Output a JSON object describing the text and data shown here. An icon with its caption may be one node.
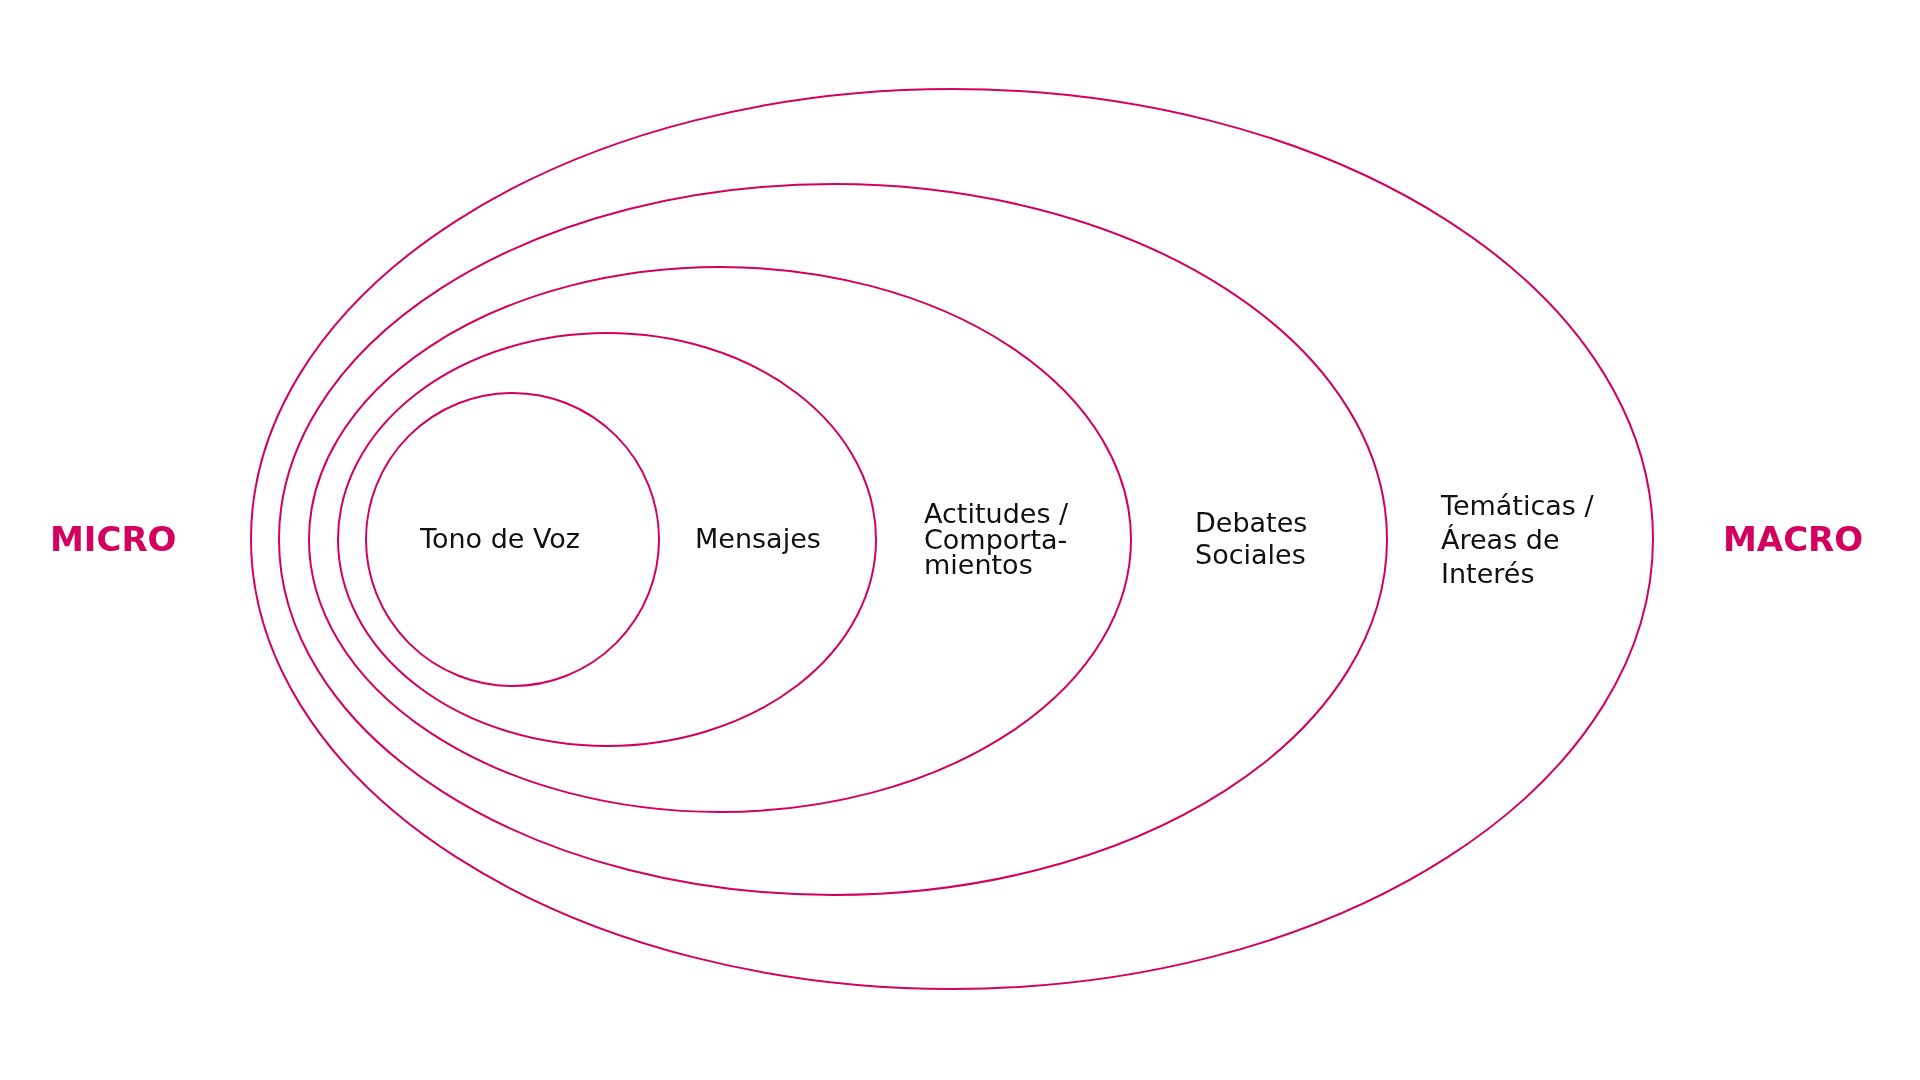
{
  "diagram": {
    "nodes": [
      {
        "text": [
          "Temáticas / Áreas de Interés"
        ]
      },
      {
        "text": [
          "Debates Sociales"
        ],
        "in": 0
      },
      {
        "text": [
          "Actitudes / Comporta- mientos"
        ],
        "in": 1
      },
      {
        "text": [
          "Mensajes"
        ],
        "in": 2
      },
      {
        "text": [
          "Tono de Voz"
        ],
        "in": 3
      }
    ],
    "labels": [
      "MICRO",
      "MACRO"
    ]
  }
}
